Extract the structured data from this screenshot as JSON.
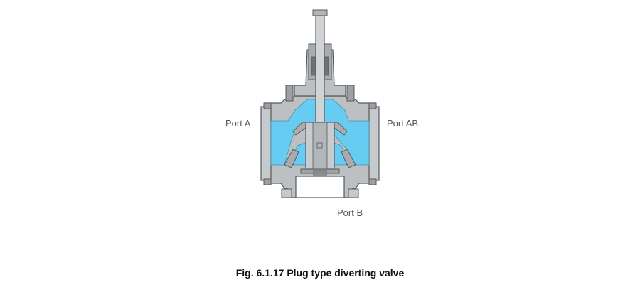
{
  "labels": {
    "port_a": "Port A",
    "port_ab": "Port AB",
    "port_b": "Port B"
  },
  "caption": "Fig. 6.1.17 Plug type diverting valve",
  "colors": {
    "fluid": "#66ccf2",
    "metal": "#bdc0c2",
    "metal_dark": "#8a8d90",
    "outline": "#555a5e",
    "background": "#ffffff"
  }
}
